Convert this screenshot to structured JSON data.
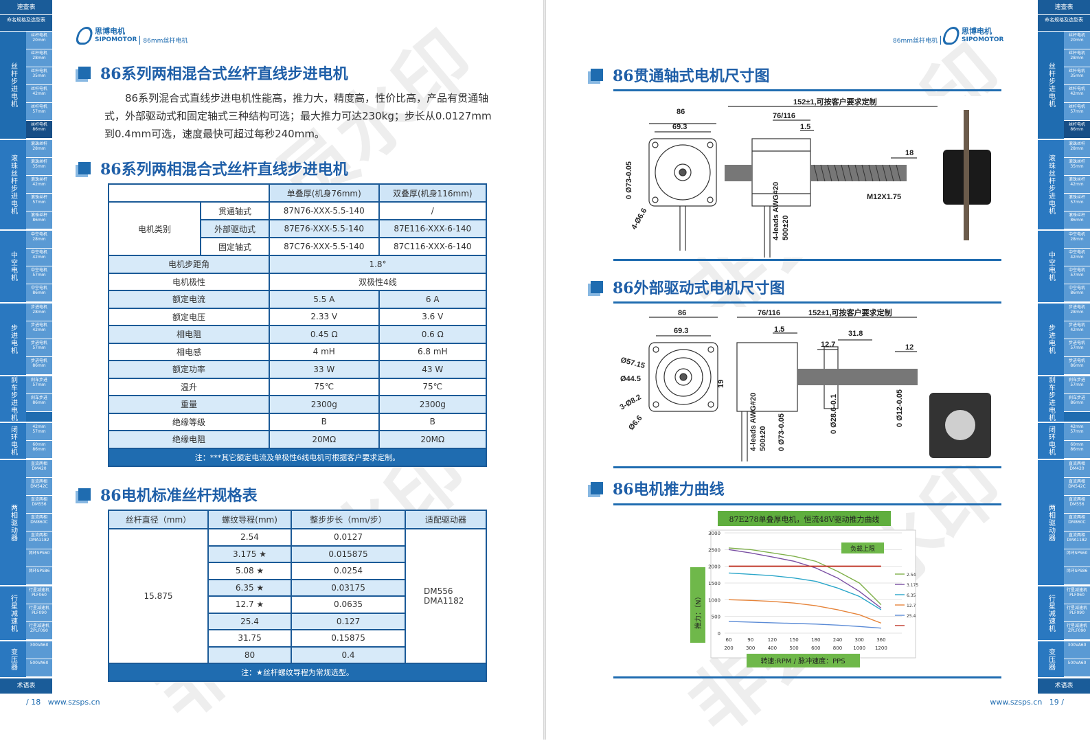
{
  "nav": {
    "head": "速查表",
    "sub": "命名规格及选型表",
    "foot": "术语表",
    "groups": [
      {
        "label": "丝杆步进电机",
        "items": [
          "丝杆电机20mm",
          "丝杆电机28mm",
          "丝杆电机35mm",
          "丝杆电机42mm",
          "丝杆电机57mm",
          "丝杆电机86mm"
        ],
        "active": 5
      },
      {
        "label": "滚珠丝杆步进电机",
        "items": [
          "滚珠丝杆28mm",
          "滚珠丝杆35mm",
          "滚珠丝杆42mm",
          "滚珠丝杆57mm",
          "滚珠丝杆86mm"
        ]
      },
      {
        "label": "中空电机",
        "items": [
          "中空电机28mm",
          "中空电机42mm",
          "中空电机57mm",
          "中空电机86mm"
        ]
      },
      {
        "label": "步进电机",
        "items": [
          "步进电机28mm",
          "步进电机42mm",
          "步进电机57mm",
          "步进电机86mm"
        ]
      },
      {
        "label": "刹车步进电机",
        "items": [
          "刹车步进57mm",
          "刹车步进86mm"
        ]
      },
      {
        "label": "闭环电机",
        "items": [
          "42mm 57mm",
          "60mm 86mm"
        ]
      },
      {
        "label": "两相驱动器",
        "items": [
          "直流两相DM420",
          "直流两相DM542C",
          "直流两相DM556",
          "直流两相DM860C",
          "直流两相DMA1182",
          "闭环SPS60",
          "闭环SPS86"
        ]
      },
      {
        "label": "行星减速机",
        "items": [
          "行星减速机PLF060",
          "行星减速机PLF090",
          "行星减速机ZPLF090"
        ]
      },
      {
        "label": "变压器",
        "items": [
          "300VA60",
          "500VA60"
        ]
      }
    ]
  },
  "logo": {
    "cn": "思博电机",
    "en": "SIPOMOTOR",
    "left_sub": "86mm丝杆电机",
    "right_sub": "86mm丝杆电机"
  },
  "left": {
    "title1": "86系列两相混合式丝杆直线步进电机",
    "intro": "86系列混合式直线步进电机性能高，推力大，精度高，性价比高，产品有贯通轴式，外部驱动式和固定轴式三种结构可选；最大推力可达230kg；步长从0.0127mm到0.4mm可选，速度最快可超过每秒240mm。",
    "title2": "86系列两相混合式丝杆直线步进电机",
    "spec": {
      "col1": "单叠厚(机身76mm)",
      "col2": "双叠厚(机身116mm)",
      "type_label": "电机类别",
      "types": [
        {
          "name": "贯通轴式",
          "v1": "87N76-XXX-5.5-140",
          "v2": "/"
        },
        {
          "name": "外部驱动式",
          "v1": "87E76-XXX-5.5-140",
          "v2": "87E116-XXX-6-140"
        },
        {
          "name": "固定轴式",
          "v1": "87C76-XXX-5.5-140",
          "v2": "87C116-XXX-6-140"
        }
      ],
      "rows": [
        {
          "label": "电机步距角",
          "merged": "1.8°"
        },
        {
          "label": "电机极性",
          "merged": "双极性4线"
        },
        {
          "label": "额定电流",
          "v1": "5.5 A",
          "v2": "6 A"
        },
        {
          "label": "额定电压",
          "v1": "2.33 V",
          "v2": "3.6 V"
        },
        {
          "label": "相电阻",
          "v1": "0.45 Ω",
          "v2": "0.6 Ω"
        },
        {
          "label": "相电感",
          "v1": "4 mH",
          "v2": "6.8 mH"
        },
        {
          "label": "额定功率",
          "v1": "33 W",
          "v2": "43 W"
        },
        {
          "label": "温升",
          "v1": "75℃",
          "v2": "75℃"
        },
        {
          "label": "重量",
          "v1": "2300g",
          "v2": "2300g"
        },
        {
          "label": "绝缘等级",
          "v1": "B",
          "v2": "B"
        },
        {
          "label": "绝缘电阻",
          "v1": "20MΩ",
          "v2": "20MΩ"
        }
      ],
      "note": "注：***其它额定电流及单极性6线电机可根据客户要求定制。"
    },
    "title3": "86电机标准丝杆规格表",
    "screw": {
      "headers": [
        "丝杆直径（mm）",
        "螺纹导程(mm)",
        "整步步长（mm/步）",
        "适配驱动器"
      ],
      "diameter": "15.875",
      "driver1": "DM556",
      "driver2": "DMA1182",
      "rows": [
        {
          "lead": "2.54",
          "step": "0.0127",
          "star": false
        },
        {
          "lead": "3.175",
          "step": "0.015875",
          "star": true
        },
        {
          "lead": "5.08",
          "step": "0.0254",
          "star": true
        },
        {
          "lead": "6.35",
          "step": "0.03175",
          "star": true
        },
        {
          "lead": "12.7",
          "step": "0.0635",
          "star": true
        },
        {
          "lead": "25.4",
          "step": "0.127",
          "star": false
        },
        {
          "lead": "31.75",
          "step": "0.15875",
          "star": false
        },
        {
          "lead": "80",
          "step": "0.4",
          "star": false
        }
      ],
      "star_glyph": "★",
      "note": "注：★丝杆螺纹导程为常规选型。"
    },
    "page_num": "/ 18",
    "url": "www.szsps.cn"
  },
  "right": {
    "title1": "86贯通轴式电机尺寸图",
    "dim1": {
      "w86": "86",
      "w69": "69.3",
      "len": "152±1,可按客户要求定制",
      "body": "76/116",
      "d15": "1.5",
      "d18": "18",
      "thread": "M12X1.75",
      "dia": "0 Ø73-0.05",
      "holes": "4-Ø6.6",
      "leads": "4-leads AWG#20",
      "lead_len": "500±20"
    },
    "title2": "86外部驱动式电机尺寸图",
    "dim2": {
      "w86": "86",
      "w69": "69.3",
      "body": "76/116",
      "len": "152±1,可按客户要求定制",
      "d15": "1.5",
      "d127": "12.7",
      "d318": "31.8",
      "d12": "12",
      "d5715": "Ø57.15",
      "d445": "Ø44.5",
      "d82": "3-Ø8.2",
      "d66": "Ø6.6",
      "d19": "19",
      "leads": "4-leads AWG#20",
      "lead_len": "500±20",
      "dia1": "0 Ø73-0.05",
      "dia2": "0 Ø28.6-0.1",
      "dia3": "0 Ø12-0.05"
    },
    "title3": "86电机推力曲线",
    "page_num": "19 /",
    "url": "www.szsps.cn"
  },
  "chart_data": {
    "type": "line",
    "title": "87E278单叠厚电机，恒流48V驱动推力曲线",
    "xlabel": "转速:RPM / 脉冲速度：PPS",
    "ylabel": "推力：（N）",
    "ylim": [
      0,
      3000
    ],
    "yticks": [
      0,
      500,
      1000,
      1500,
      2000,
      2500,
      3000
    ],
    "x_rpm": [
      60,
      90,
      120,
      150,
      180,
      240,
      300,
      360
    ],
    "x_pps": [
      200,
      300,
      400,
      500,
      600,
      800,
      1000,
      1200
    ],
    "annotation": "负载上限",
    "load_limit": 2000,
    "series": [
      {
        "name": "2.54",
        "color": "#7fb04a",
        "values": [
          2550,
          2500,
          2400,
          2300,
          2150,
          1850,
          1500,
          850
        ]
      },
      {
        "name": "3.175",
        "color": "#7a4fa3",
        "values": [
          2500,
          2400,
          2280,
          2150,
          1950,
          1650,
          1250,
          750
        ]
      },
      {
        "name": "6.35",
        "color": "#2aa6c9",
        "values": [
          1800,
          1760,
          1720,
          1650,
          1550,
          1350,
          1100,
          700
        ]
      },
      {
        "name": "12.7",
        "color": "#e6843a",
        "values": [
          1000,
          980,
          950,
          900,
          820,
          700,
          550,
          300
        ]
      },
      {
        "name": "25.4",
        "color": "#5b8bd6",
        "values": [
          350,
          330,
          310,
          290,
          270,
          240,
          200,
          150
        ]
      },
      {
        "name": "",
        "color": "#c0392b",
        "values": [
          2000,
          2000,
          2000,
          2000,
          2000,
          2000,
          2000,
          2000
        ]
      }
    ]
  }
}
